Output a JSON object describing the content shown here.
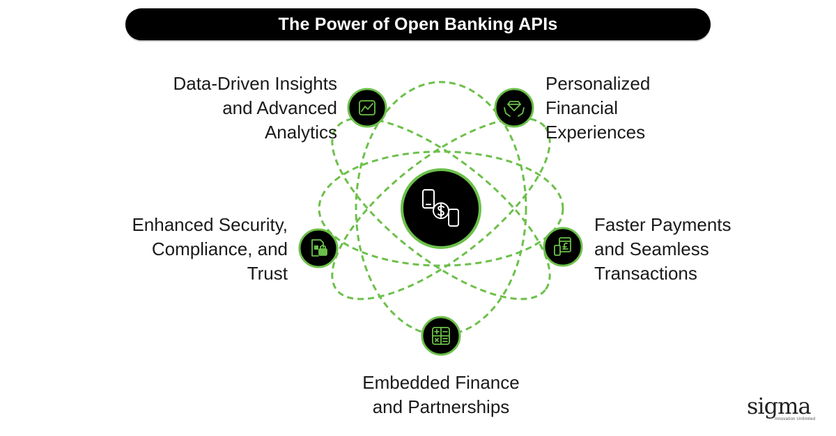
{
  "title": "The Power of Open Banking APIs",
  "colors": {
    "accent": "#6cc04a",
    "node_fill": "#000000",
    "background": "#ffffff"
  },
  "center": {
    "icon": "phone-dollar-exchange-icon"
  },
  "nodes": [
    {
      "id": "insights",
      "icon": "chart-trend-icon",
      "lines": [
        "Data-Driven Insights",
        "and Advanced",
        "Analytics"
      ]
    },
    {
      "id": "personalized",
      "icon": "hands-diamond-icon",
      "lines": [
        "Personalized",
        "Financial",
        "Experiences"
      ]
    },
    {
      "id": "security",
      "icon": "document-lock-icon",
      "lines": [
        "Enhanced Security,",
        "Compliance, and",
        "Trust"
      ]
    },
    {
      "id": "payments",
      "icon": "phone-pound-icon",
      "lines": [
        "Faster Payments",
        "and Seamless",
        "Transactions"
      ]
    },
    {
      "id": "embedded",
      "icon": "calculator-icon",
      "lines": [
        "Embedded Finance",
        "and Partnerships"
      ]
    }
  ],
  "logo": {
    "word": "sigma",
    "tagline": "Innovation Unlimited"
  }
}
